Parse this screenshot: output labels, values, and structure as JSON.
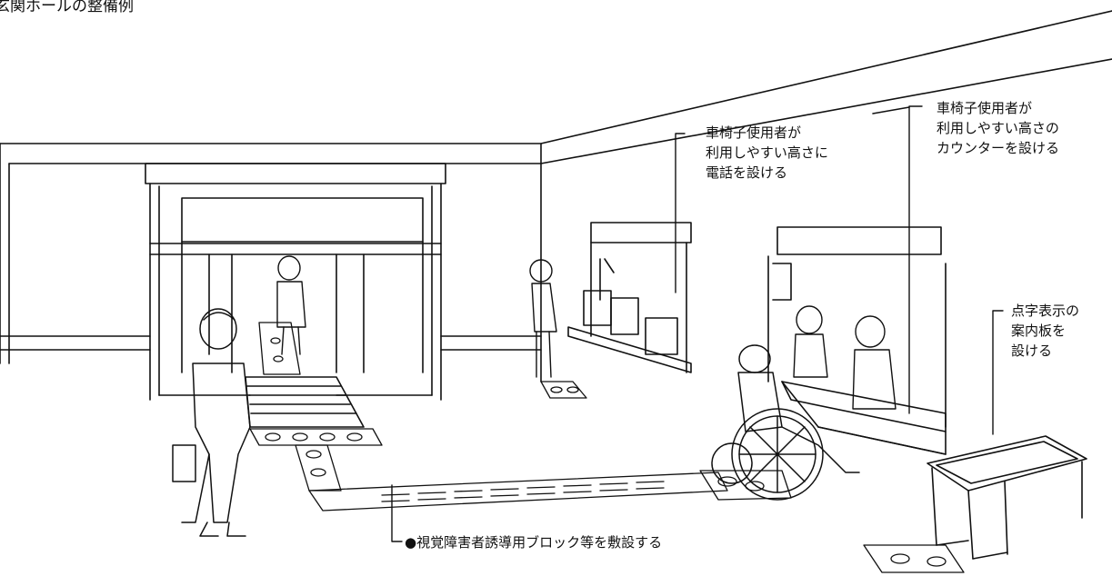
{
  "title": "玄関ホールの整備例",
  "annotations": {
    "phone": [
      "車椅子使用者が",
      "利用しやすい高さに",
      "電話を設ける"
    ],
    "counter": [
      "車椅子使用者が",
      "利用しやすい高さの",
      "カウンターを設ける"
    ],
    "braille_board": [
      "点字表示の",
      "案内板を",
      "設ける"
    ],
    "tactile_blocks": "●視覚障害者誘導用ブロック等を敷設する"
  }
}
